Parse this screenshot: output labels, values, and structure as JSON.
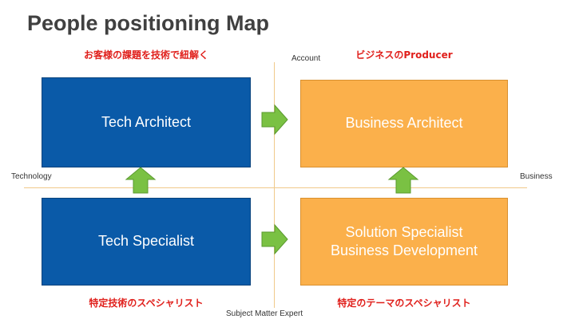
{
  "title": "People positioning Map",
  "axes": {
    "top": "Account",
    "bottom": "Subject Matter Expert",
    "left": "Technology",
    "right": "Business"
  },
  "notes": {
    "top_left": "お客様の課題を技術で紐解く",
    "top_right": "ビジネスのProducer",
    "bottom_left": "特定技術のスペシャリスト",
    "bottom_right": "特定のテーマのスペシャリスト"
  },
  "boxes": {
    "tech_architect": "Tech Architect",
    "business_architect": "Business Architect",
    "tech_specialist": "Tech Specialist",
    "solution_specialist_line1": "Solution Specialist",
    "solution_specialist_line2": "Business Development"
  },
  "colors": {
    "tech_box": "#0a5aa8",
    "business_box": "#fbb04b",
    "arrow": "#7ac143",
    "note_text": "#e0201c"
  }
}
